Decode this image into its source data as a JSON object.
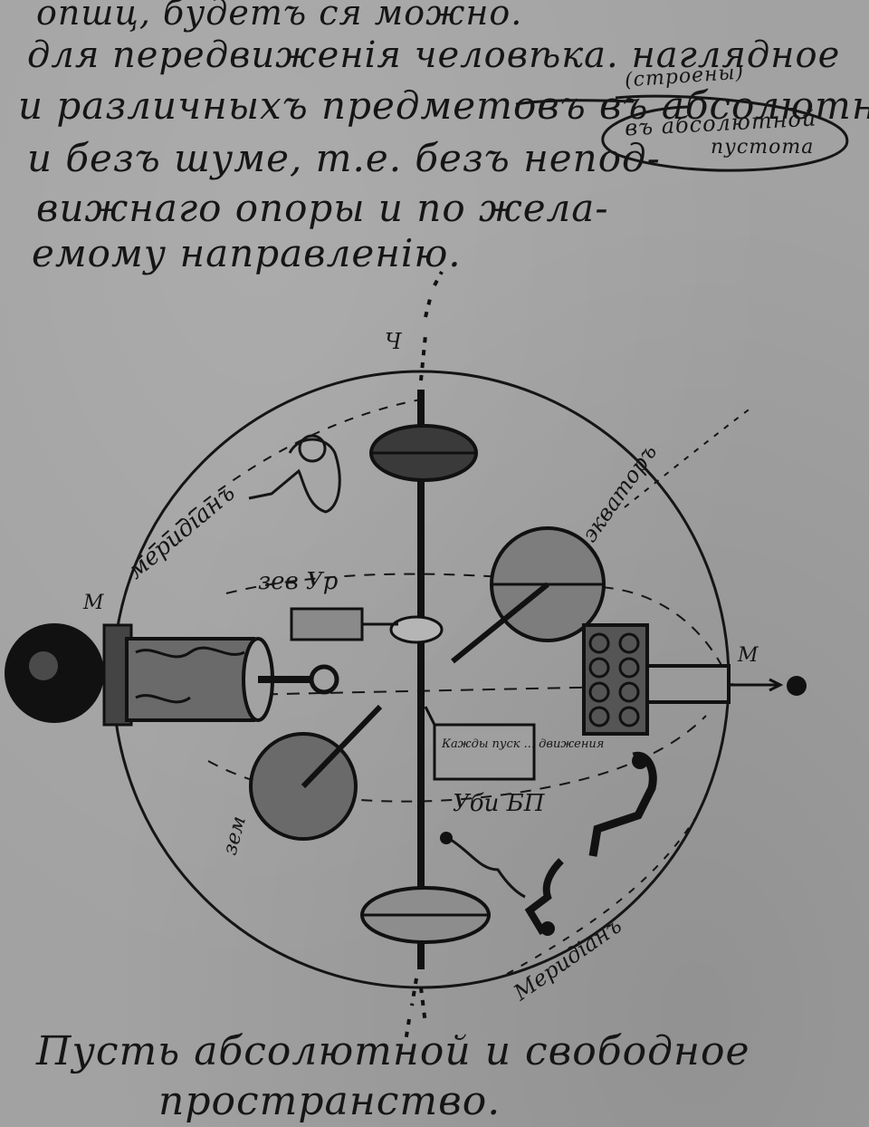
{
  "text_lines": [
    "опшц, будетъ ся можно.",
    "для передвиженія человѣка. наглядное",
    "и различныхъ предметовъ въ абсолютно",
    "и безъ шуме, т.е. безъ непод-",
    "вижнаго опоры и по жела-",
    "емому направленію."
  ],
  "margin_notes": [
    "(строены)",
    "въ абсолютной",
    "пустота"
  ],
  "diagram_labels": {
    "meridian_left": "меридіанъ",
    "equator_right": "экваторъ",
    "label_top_left": "зев Ур",
    "label_bottom": "Уби БП",
    "meridian_bottom": "Меридіанъ",
    "left_side": "зем",
    "m_left": "М",
    "m_right": "М",
    "axis_top": "Ч",
    "box_text": "Кажды пуск ... движения"
  },
  "caption_lines": [
    "Пусть абсолютной и свободное",
    "пространство."
  ]
}
